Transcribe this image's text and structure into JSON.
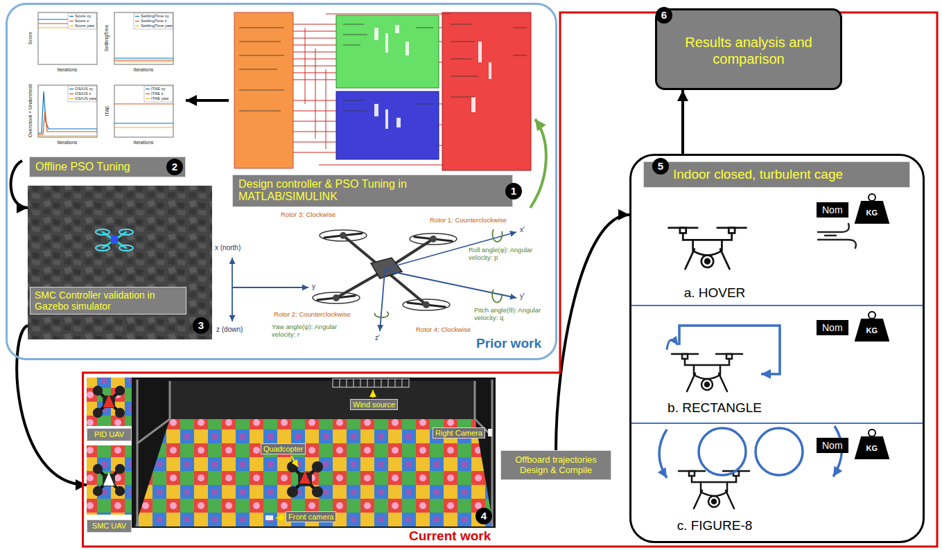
{
  "diagram": {
    "nodes": [
      {
        "text": [
          "Prior work"
        ]
      },
      {
        "text": [
          "Design controller & PSO Tuning in MATLAB/SIMULINK"
        ],
        "in": 0
      },
      {
        "text": [
          "Offline PSO Tuning"
        ],
        "in": 0
      },
      {
        "text": [
          "SMC Controller validation in Gazebo simulator"
        ],
        "in": 0
      },
      {
        "text": [
          "Current work"
        ]
      },
      {
        "text": [
          "PID UAV"
        ],
        "in": 4
      },
      {
        "text": [
          "SMC UAV"
        ],
        "in": 4
      },
      {
        "text": [
          "Offboard trajectories Design & Compile"
        ],
        "in": 4
      },
      {
        "text": [
          "Indoor closed, turbulent cage"
        ],
        "in": 4
      },
      {
        "text": [
          "a. HOVER"
        ],
        "in": 8
      },
      {
        "text": [
          "b. RECTANGLE"
        ],
        "in": 8
      },
      {
        "text": [
          "c. FIGURE-8"
        ],
        "in": 8
      },
      {
        "text": [
          "Results analysis and comparison"
        ],
        "in": 4
      }
    ],
    "edges": [
      {
        "from": 1,
        "to": 2,
        "arrow": "to"
      },
      {
        "from": 2,
        "to": 3,
        "arrow": "to"
      },
      {
        "from": 3,
        "to": 6,
        "arrow": "to"
      },
      {
        "from": 7,
        "to": 8,
        "arrow": "to"
      },
      {
        "from": 8,
        "to": 12,
        "arrow": "to"
      }
    ],
    "labels": [
      "1",
      "2",
      "3",
      "4",
      "5",
      "6",
      "Score",
      "Iterations",
      "SettlingTime",
      "Iterations",
      "Overshoot + Undershoot",
      "Iterations",
      "ITAE",
      "Iterations",
      "Score xy",
      "Score z",
      "Score yaw",
      "SettlingTime xy",
      "SettlingTime z",
      "SettlingTime yaw",
      "OS/US xy",
      "OS/US z",
      "OS/US yaw",
      "ITAE xy",
      "ITAE z",
      "ITAE yaw",
      "Rotor 3: Clockwise",
      "Rotor 1: Counterclockwise",
      "Rotor 2: Counterclockwise",
      "Rotor 4: Clockwise",
      "Roll angle(φ): Angular velocity: p",
      "Pitch angle(θ): Angular velocity: q",
      "Yaw angle(ψ): Angular velocity: r",
      "x (north)",
      "y",
      "z (down)",
      "x'",
      "y'",
      "z'",
      "Wind source",
      "Quadcopter",
      "Right Camera",
      "Front camera",
      "Nom",
      "KG",
      "Nom",
      "KG",
      "Nom",
      "KG"
    ]
  }
}
